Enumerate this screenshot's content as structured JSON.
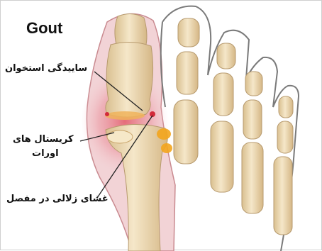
{
  "title": "Gout",
  "labels": {
    "bone_erosion": "ساییدگی استخوان",
    "urate_crystals_line1": "کریستال های",
    "urate_crystals_line2": "اورات",
    "synovium": "غشای زلالی در مفصل"
  },
  "colors": {
    "bone": "#efdcb8",
    "bone_outline": "#b79a6e",
    "inflammation": "#d94b5a",
    "skin_outline": "#7a7a7a",
    "crystal": "#f3a51d"
  }
}
